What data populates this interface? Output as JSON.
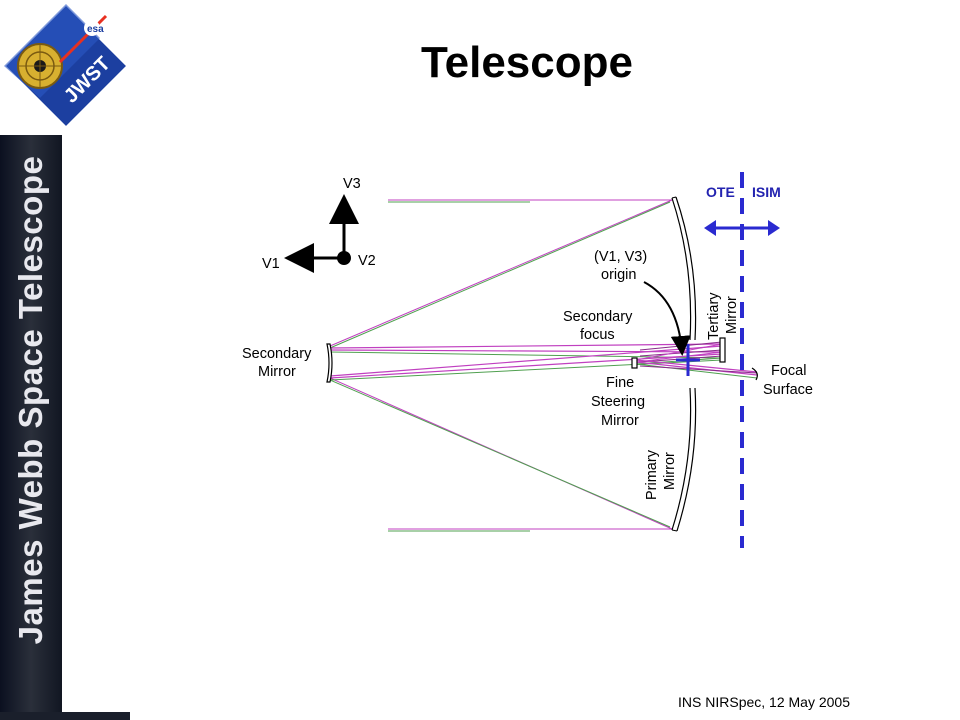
{
  "slide": {
    "title": "Telescope",
    "footer": "INS NIRSpec, 12 May 2005",
    "sidebar_text": "James Webb Space Telescope"
  },
  "logo": {
    "esa_text": "esa",
    "jwst_text": "JWST"
  },
  "axes": {
    "v1": "V1",
    "v2": "V2",
    "v3": "V3"
  },
  "boundary": {
    "left": "OTE",
    "right": "ISIM"
  },
  "labels": {
    "origin_line1": "(V1, V3)",
    "origin_line2": "origin",
    "secondary_focus_line1": "Secondary",
    "secondary_focus_line2": "focus",
    "secondary_mirror_line1": "Secondary",
    "secondary_mirror_line2": "Mirror",
    "tertiary_line1": "Tertiary",
    "tertiary_line2": "Mirror",
    "fsm_line1": "Fine",
    "fsm_line2": "Steering",
    "fsm_line3": "Mirror",
    "primary_line1": "Primary",
    "primary_line2": "Mirror",
    "focal_line1": "Focal",
    "focal_line2": "Surface"
  },
  "colors": {
    "ray_magenta": "#c040c0",
    "ray_green": "#50a050",
    "boundary_blue": "#2a2ad0"
  }
}
